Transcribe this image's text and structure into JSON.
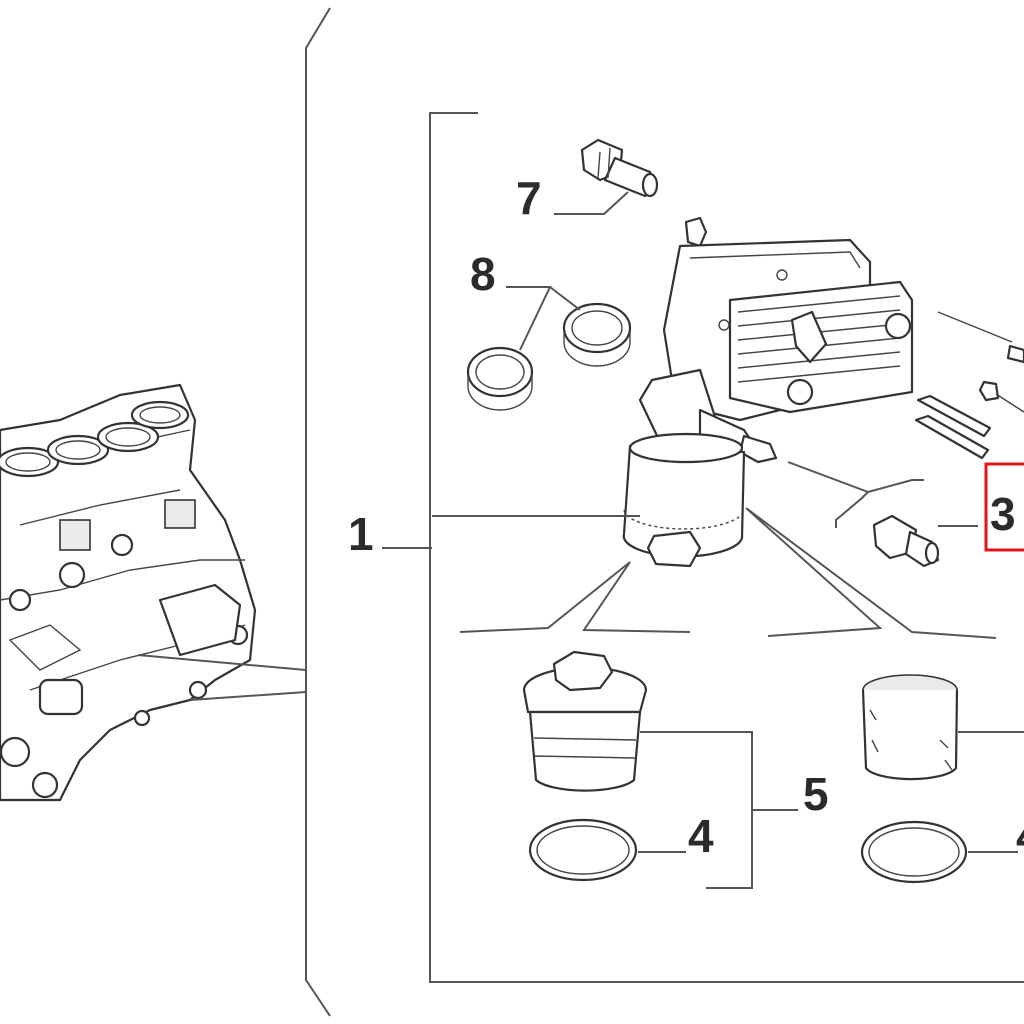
{
  "diagram": {
    "type": "exploded-parts-diagram",
    "callouts": {
      "c1": "1",
      "c3": "3",
      "c4a": "4",
      "c4b": "4",
      "c5": "5",
      "c7": "7",
      "c8": "8"
    },
    "highlight_color": "#e0141b",
    "highlighted_callout": "3",
    "line_color": "#555555"
  }
}
